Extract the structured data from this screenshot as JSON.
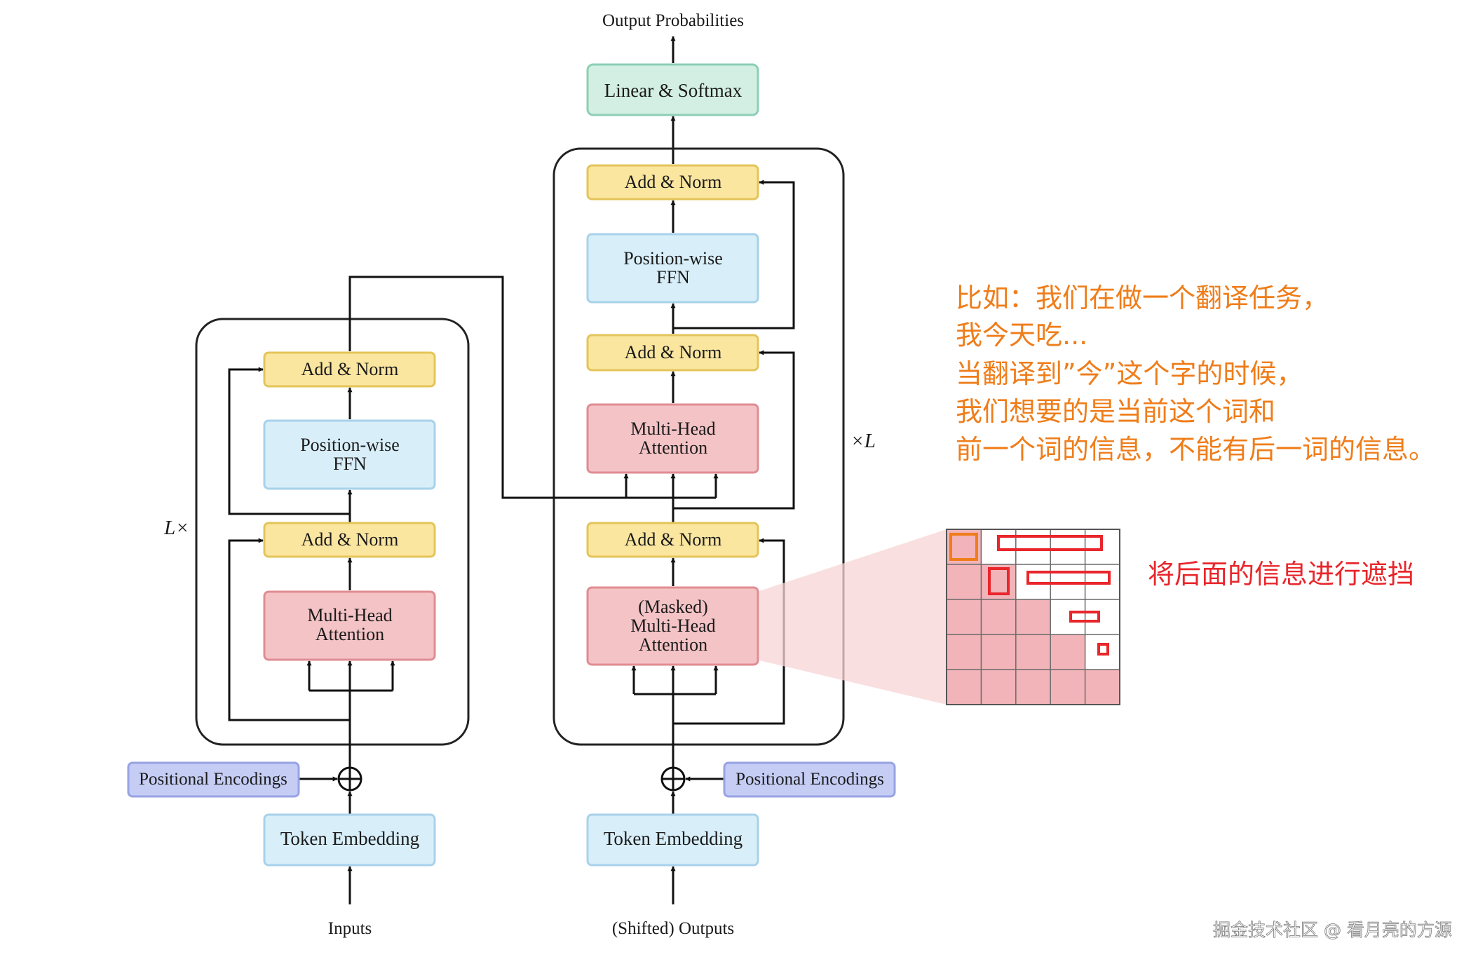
{
  "diagram": {
    "output_label": "Output Probabilities",
    "linear_softmax": "Linear & Softmax",
    "add_norm": "Add & Norm",
    "ffn_line1": "Position-wise",
    "ffn_line2": "FFN",
    "mha_line1": "Multi-Head",
    "mha_line2": "Attention",
    "masked_line1": "(Masked)",
    "masked_line2": "Multi-Head",
    "masked_line3": "Attention",
    "positional_encodings": "Positional Encodings",
    "token_embedding": "Token Embedding",
    "inputs": "Inputs",
    "shifted_outputs": "(Shifted) Outputs",
    "encoder_repeat": "L×",
    "decoder_repeat": "×L"
  },
  "annotation": {
    "lines": [
      "比如：我们在做一个翻译任务，",
      "我今天吃...",
      "当翻译到”今”这个字的时候，",
      "我们想要的是当前这个词和",
      "前一个词的信息，不能有后一词的信息。"
    ],
    "mask_caption": "将后面的信息进行遮挡"
  },
  "watermark": "掘金技术社区 @ 看月亮的方源",
  "colors": {
    "add_norm_fill": "#fbe6a0",
    "add_norm_stroke": "#e4c45a",
    "ffn_fill": "#d8eef9",
    "ffn_stroke": "#a8d2ea",
    "attention_fill": "#f4c3c6",
    "attention_stroke": "#e08c92",
    "softmax_fill": "#d3efe4",
    "softmax_stroke": "#8ccfb5",
    "pos_enc_fill": "#c5cdf5",
    "pos_enc_stroke": "#98a3e3",
    "annotation_orange": "#ef7d1a",
    "annotation_red": "#e8262b",
    "mask_pink": "#f2b4b8"
  }
}
